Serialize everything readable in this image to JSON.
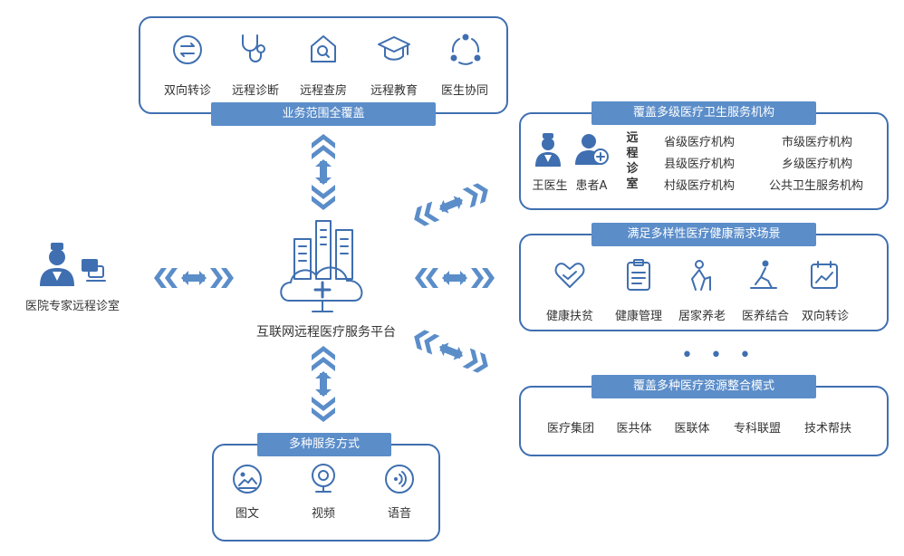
{
  "top_box": {
    "tag": "业务范围全覆盖",
    "items": [
      {
        "label": "双向转诊",
        "icon": "transfer-icon"
      },
      {
        "label": "远程诊断",
        "icon": "stethoscope-icon"
      },
      {
        "label": "远程查房",
        "icon": "house-search-icon"
      },
      {
        "label": "远程教育",
        "icon": "graduation-cap-icon"
      },
      {
        "label": "医生协同",
        "icon": "collaboration-icon"
      }
    ]
  },
  "center": {
    "label": "互联网远程医疗服务平台",
    "icon": "cloud-hospital-icon"
  },
  "left": {
    "label": "医院专家远程诊室",
    "icon": "doctor-computer-icon"
  },
  "bottom_box": {
    "tag": "多种服务方式",
    "items": [
      {
        "label": "图文",
        "icon": "image-text-icon"
      },
      {
        "label": "视频",
        "icon": "video-icon"
      },
      {
        "label": "语音",
        "icon": "voice-icon"
      }
    ]
  },
  "right_box1": {
    "tag": "覆盖多级医疗卫生服务机构",
    "doctor": "王医生",
    "patient": "患者A",
    "room": "远程诊室",
    "institutions": [
      "省级医疗机构",
      "市级医疗机构",
      "县级医疗机构",
      "乡级医疗机构",
      "村级医疗机构",
      "公共卫生服务机构"
    ]
  },
  "right_box2": {
    "tag": "满足多样性医疗健康需求场景",
    "items": [
      {
        "label": "健康扶贫",
        "icon": "heart-hand-icon"
      },
      {
        "label": "健康管理",
        "icon": "clipboard-icon"
      },
      {
        "label": "居家养老",
        "icon": "elder-care-icon"
      },
      {
        "label": "医养结合",
        "icon": "rehab-icon"
      },
      {
        "label": "双向转诊",
        "icon": "calendar-chart-icon"
      }
    ]
  },
  "ellipsis": "• • •",
  "right_box3": {
    "tag": "覆盖多种医疗资源整合模式",
    "items": [
      "医疗集团",
      "医共体",
      "医联体",
      "专科联盟",
      "技术帮扶"
    ]
  },
  "colors": {
    "primary": "#3f6fb0",
    "tag": "#5b8dc9"
  }
}
